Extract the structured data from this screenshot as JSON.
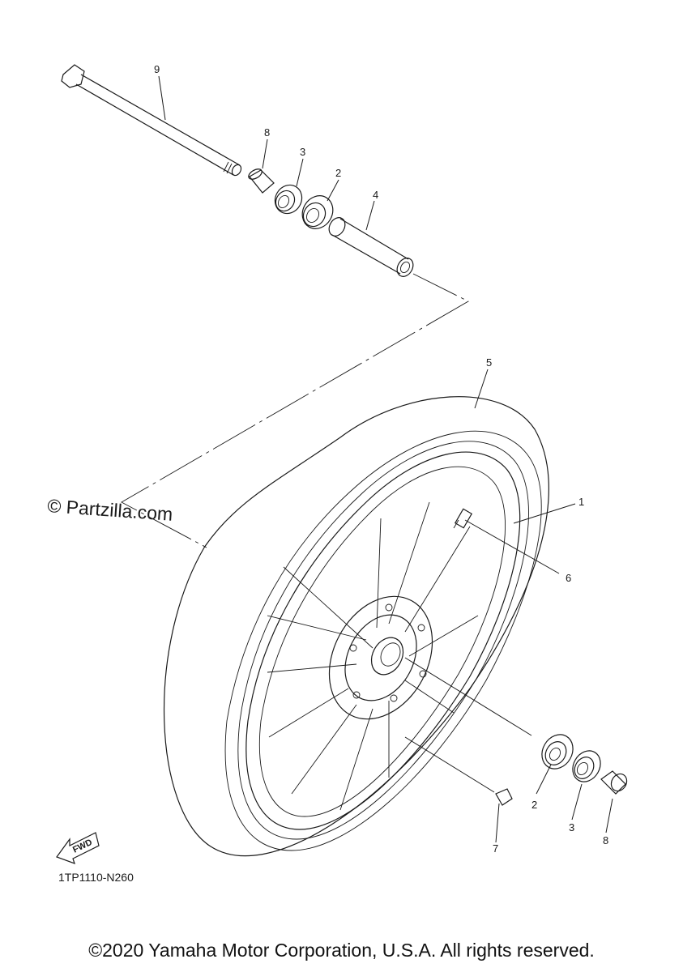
{
  "watermark": "© Partzilla.com",
  "diagram_code": "1TP1110-N260",
  "fwd_label": "FWD",
  "copyright": "©2020 Yamaha Motor Corporation, U.S.A. All rights reserved.",
  "callouts": {
    "axle": "9",
    "collar_top": "8",
    "seal_top": "3",
    "bearing_top": "2",
    "spacer": "4",
    "tire": "5",
    "rim": "1",
    "valve": "6",
    "bearing_bottom": "2",
    "seal_bottom": "3",
    "collar_bottom": "8",
    "balance_weight": "7"
  }
}
